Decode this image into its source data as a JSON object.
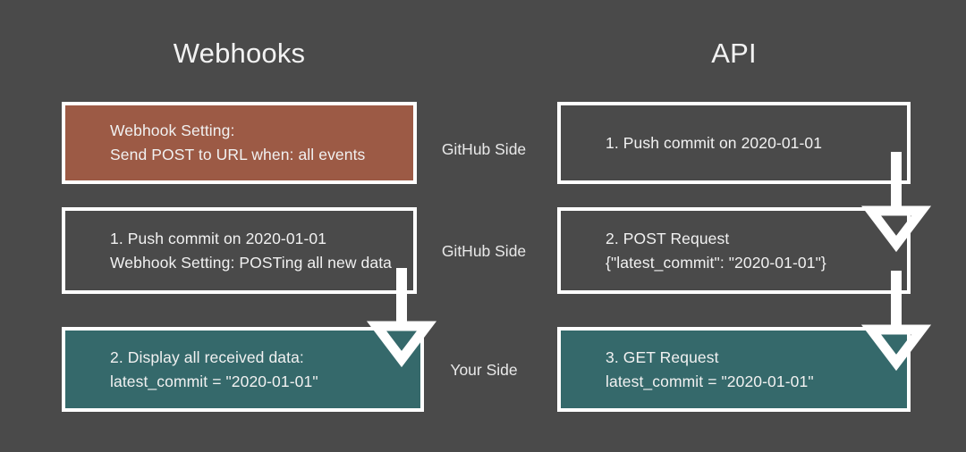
{
  "background_color": "#4a4a4a",
  "colors": {
    "background": "#4a4a4a",
    "box_border": "#ffffff",
    "text": "#f1f1f1",
    "rust_fill": "#9c5a45",
    "teal_fill": "#35696b",
    "arrow": "#ffffff"
  },
  "columns": {
    "left": {
      "title": "Webhooks"
    },
    "right": {
      "title": "API"
    }
  },
  "side_labels": [
    {
      "text": "GitHub Side"
    },
    {
      "text": "GitHub Side"
    },
    {
      "text": "Your Side"
    }
  ],
  "webhooks_boxes": [
    {
      "fill": "rust",
      "lines": [
        "Webhook Setting:",
        "Send POST to URL when: all events"
      ]
    },
    {
      "fill": "none",
      "lines": [
        "1. Push commit on 2020-01-01",
        "Webhook Setting: POSTing all new data"
      ]
    },
    {
      "fill": "teal",
      "lines": [
        "2. Display all received data:",
        "latest_commit = \"2020-01-01\""
      ]
    }
  ],
  "api_boxes": [
    {
      "fill": "none",
      "lines": [
        "1. Push commit on 2020-01-01",
        ""
      ]
    },
    {
      "fill": "none",
      "lines": [
        "2. POST Request",
        "{\"latest_commit\": \"2020-01-01\"}"
      ]
    },
    {
      "fill": "teal",
      "lines": [
        "3. GET Request",
        "latest_commit = \"2020-01-01\""
      ]
    }
  ],
  "arrows": [
    {
      "name": "webhooks-push-to-display",
      "direction": "down"
    },
    {
      "name": "api-push-to-post",
      "direction": "down"
    },
    {
      "name": "api-post-to-get",
      "direction": "down"
    }
  ]
}
